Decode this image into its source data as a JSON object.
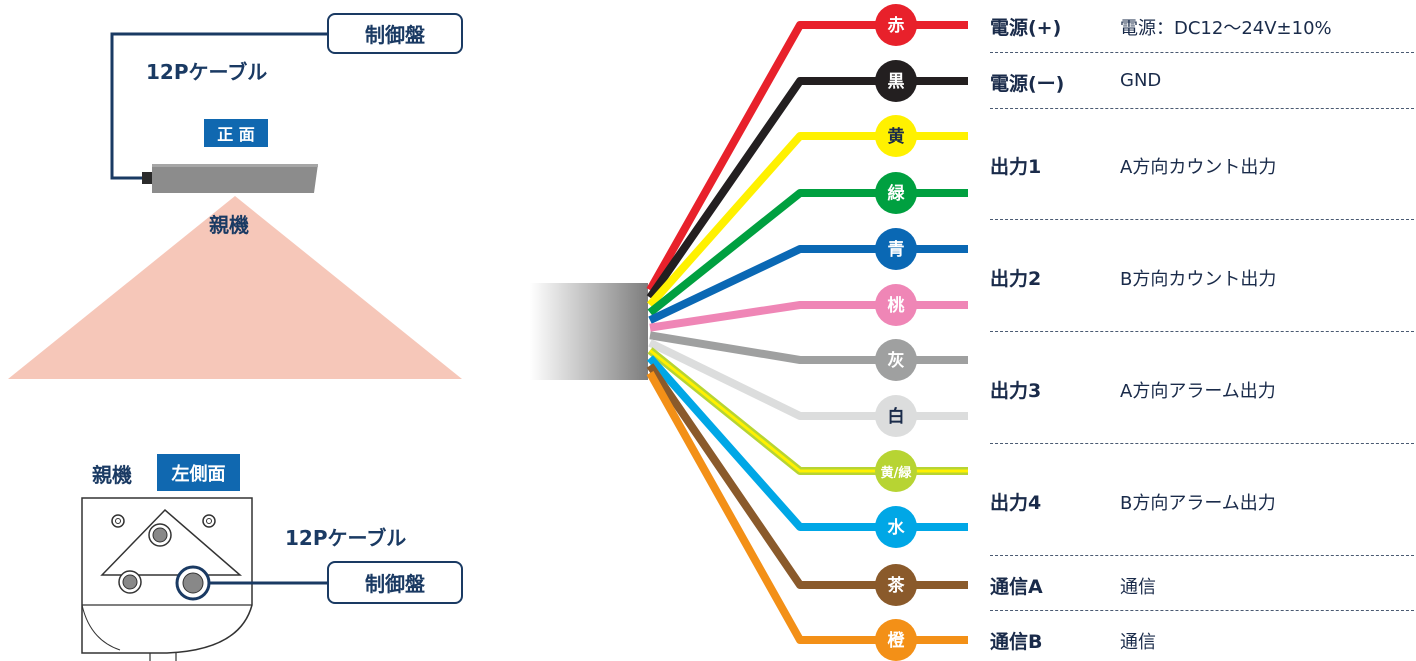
{
  "top_view": {
    "controller_label": "制御盤",
    "cable_label": "12Pケーブル",
    "front_tag": "正 面",
    "device_label": "親機"
  },
  "side_view": {
    "device_label": "親機",
    "side_tag": "左側面",
    "cable_label": "12Pケーブル",
    "controller_label": "制御盤"
  },
  "wires": [
    {
      "label": "赤",
      "color": "#e8212b",
      "text_color": "#ffffff"
    },
    {
      "label": "黒",
      "color": "#231f20",
      "text_color": "#ffffff"
    },
    {
      "label": "黄",
      "color": "#fff100",
      "text_color": "#1a2b4a"
    },
    {
      "label": "緑",
      "color": "#00a040",
      "text_color": "#ffffff"
    },
    {
      "label": "青",
      "color": "#0a68b4",
      "text_color": "#ffffff"
    },
    {
      "label": "桃",
      "color": "#ef86b6",
      "text_color": "#ffffff"
    },
    {
      "label": "灰",
      "color": "#9fa0a0",
      "text_color": "#ffffff"
    },
    {
      "label": "白",
      "color": "#dcdddd",
      "text_color": "#1a2b4a"
    },
    {
      "label": "黄/緑",
      "color": "#b7d433",
      "text_color": "#ffffff"
    },
    {
      "label": "水",
      "color": "#00a7e6",
      "text_color": "#ffffff"
    },
    {
      "label": "茶",
      "color": "#8a5a2b",
      "text_color": "#ffffff"
    },
    {
      "label": "橙",
      "color": "#f39017",
      "text_color": "#ffffff"
    }
  ],
  "functions": [
    {
      "name": "電源(+)",
      "desc": "電源：DC12〜24V±10%"
    },
    {
      "name": "電源(ー)",
      "desc": "GND"
    },
    {
      "name": "出力1",
      "desc": "A方向カウント出力"
    },
    {
      "name": "出力2",
      "desc": "B方向カウント出力"
    },
    {
      "name": "出力3",
      "desc": "A方向アラーム出力"
    },
    {
      "name": "出力4",
      "desc": "B方向アラーム出力"
    },
    {
      "name": "通信A",
      "desc": "通信"
    },
    {
      "name": "通信B",
      "desc": "通信"
    }
  ]
}
